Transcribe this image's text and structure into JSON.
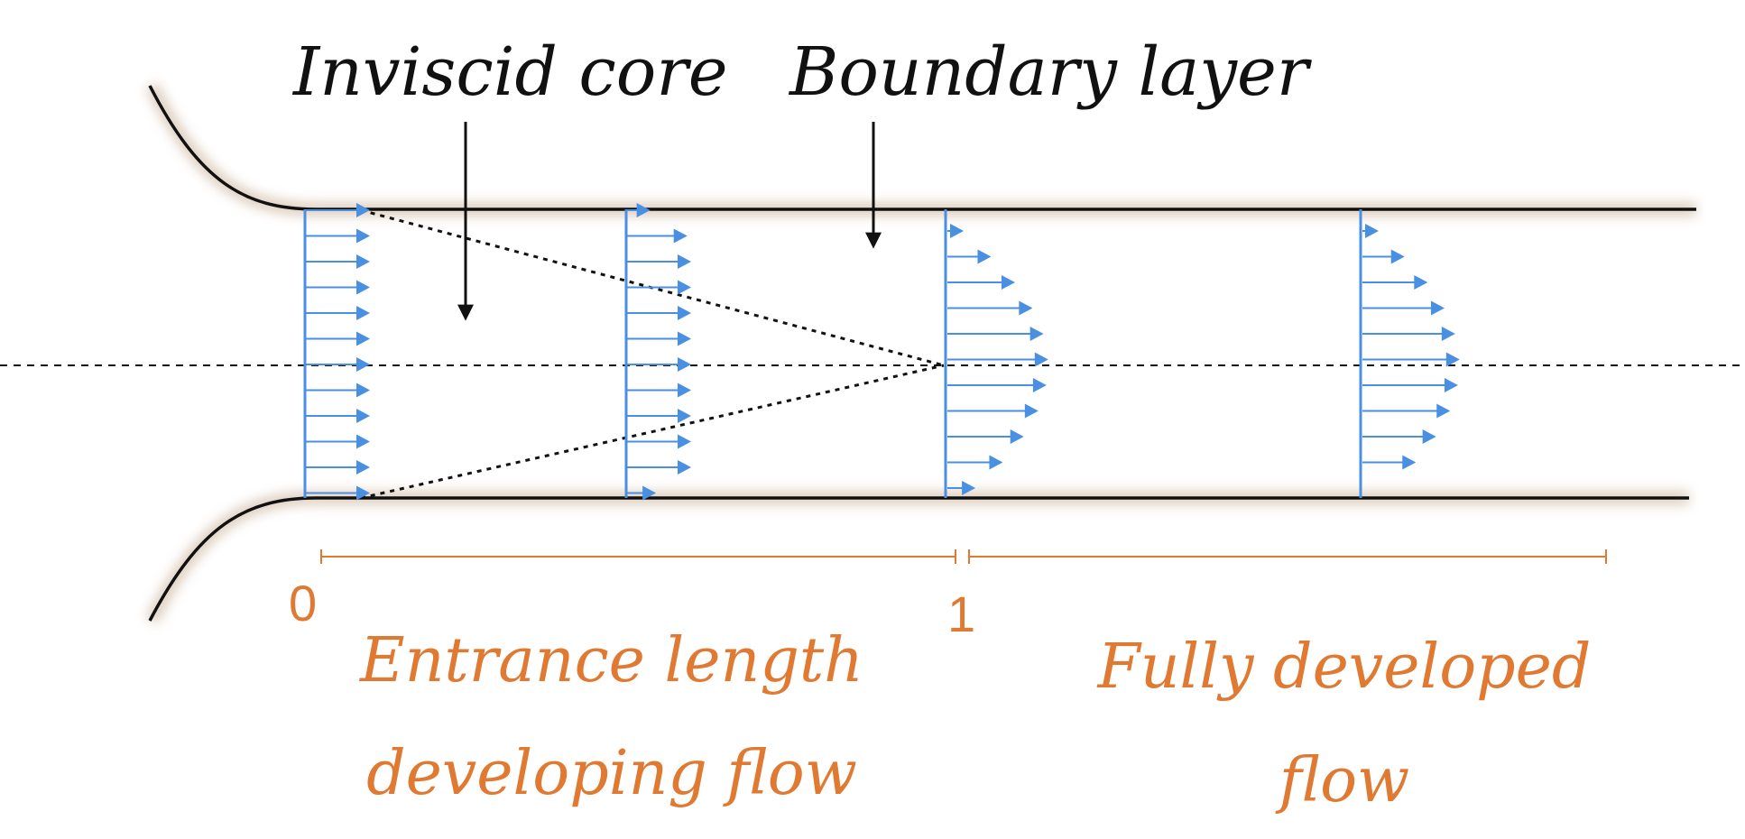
{
  "labels": {
    "inviscid_core": "Inviscid core",
    "boundary_layer": "Boundary layer",
    "marker_start": "0",
    "marker_end": "1",
    "entrance_line1": "Entrance length",
    "entrance_line2": "developing flow",
    "developed_line1": "Fully developed",
    "developed_line2": "flow"
  },
  "colors": {
    "wall": "#111111",
    "wall_glow": "#d9c6b4",
    "velocity_arrow": "#4a90e2",
    "annotation": "#e07a32",
    "guide": "#111111"
  }
}
